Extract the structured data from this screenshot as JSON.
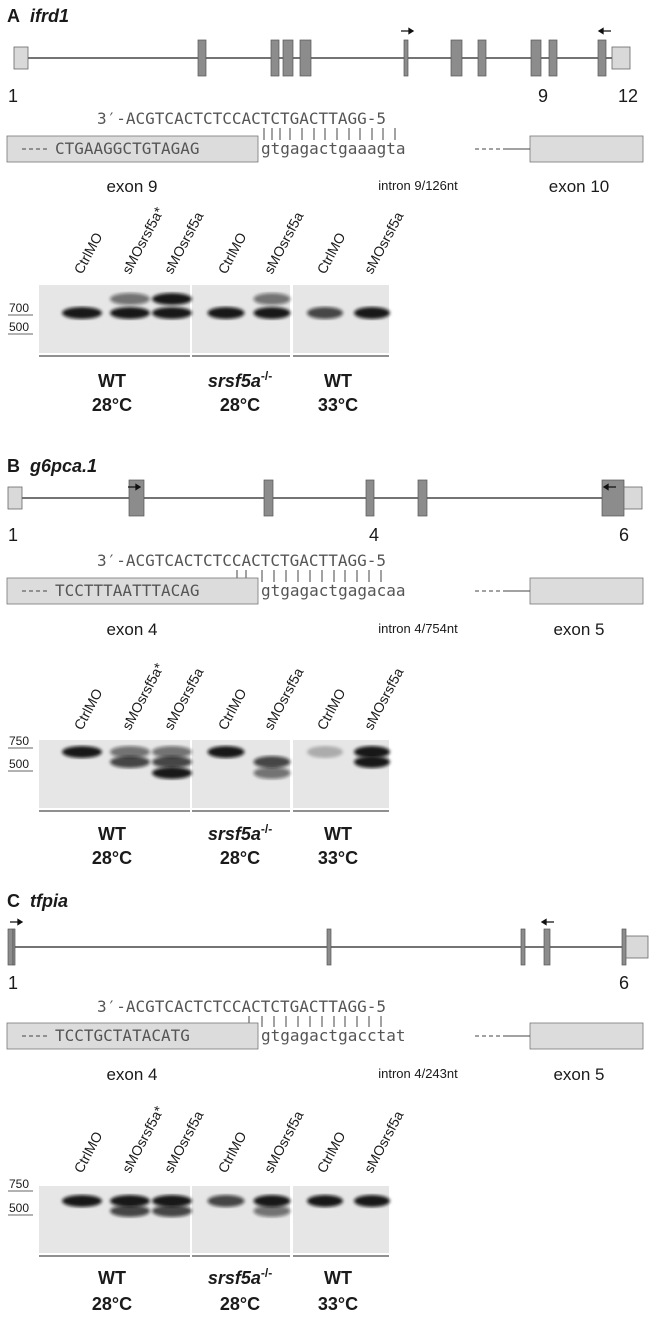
{
  "panels": [
    {
      "letter": "A",
      "gene": "ifrd1",
      "exon_left_num": "1",
      "exon_mid_num": "9",
      "exon_right_num": "12",
      "probe": "3′-ACGTCACTCTCCACTCTGACTTAGG-5",
      "exon_seq": "CTGAAGGCTGTAGAG",
      "intron_seq": "gtgagactgaaagta",
      "exon_left_label": "exon 9",
      "intron_label": "intron 9/126nt",
      "exon_right_label": "exon 10",
      "lanes": [
        "CtrlMO",
        "sMOsrsf5a*",
        "sMOsrsf5a",
        "CtrlMO",
        "sMOsrsf5a",
        "CtrlMO",
        "sMOsrsf5a"
      ],
      "marker_top": "700",
      "marker_bottom": "500",
      "groups": [
        {
          "line1": "WT",
          "line2": "28°C"
        },
        {
          "line1": "srsf5a-/-",
          "line2": "28°C"
        },
        {
          "line1": "WT",
          "line2": "33°C"
        }
      ]
    },
    {
      "letter": "B",
      "gene": "g6pca.1",
      "exon_left_num": "1",
      "exon_mid_num": "4",
      "exon_right_num": "6",
      "probe": "3′-ACGTCACTCTCCACTCTGACTTAGG-5",
      "exon_seq": "TCCTTTAATTTACAG",
      "intron_seq": "gtgagactgagacaa",
      "exon_left_label": "exon 4",
      "intron_label": "intron 4/754nt",
      "exon_right_label": "exon 5",
      "lanes": [
        "CtrlMO",
        "sMOsrsf5a*",
        "sMOsrsf5a",
        "CtrlMO",
        "sMOsrsf5a",
        "CtrlMO",
        "sMOsrsf5a"
      ],
      "marker_top": "750",
      "marker_bottom": "500",
      "groups": [
        {
          "line1": "WT",
          "line2": "28°C"
        },
        {
          "line1": "srsf5a-/-",
          "line2": "28°C"
        },
        {
          "line1": "WT",
          "line2": "33°C"
        }
      ]
    },
    {
      "letter": "C",
      "gene": "tfpia",
      "exon_left_num": "1",
      "exon_mid_num": "",
      "exon_right_num": "6",
      "probe": "3′-ACGTCACTCTCCACTCTGACTTAGG-5",
      "exon_seq": "TCCTGCTATACATG",
      "intron_seq": "gtgagactgacctat",
      "exon_left_label": "exon 4",
      "intron_label": "intron 4/243nt",
      "exon_right_label": "exon 5",
      "lanes": [
        "CtrlMO",
        "sMOsrsf5a*",
        "sMOsrsf5a",
        "CtrlMO",
        "sMOsrsf5a",
        "CtrlMO",
        "sMOsrsf5a"
      ],
      "marker_top": "750",
      "marker_bottom": "500",
      "groups": [
        {
          "line1": "WT",
          "line2": "28°C"
        },
        {
          "line1": "srsf5a-/-",
          "line2": "28°C"
        },
        {
          "line1": "WT",
          "line2": "33°C"
        }
      ]
    }
  ]
}
